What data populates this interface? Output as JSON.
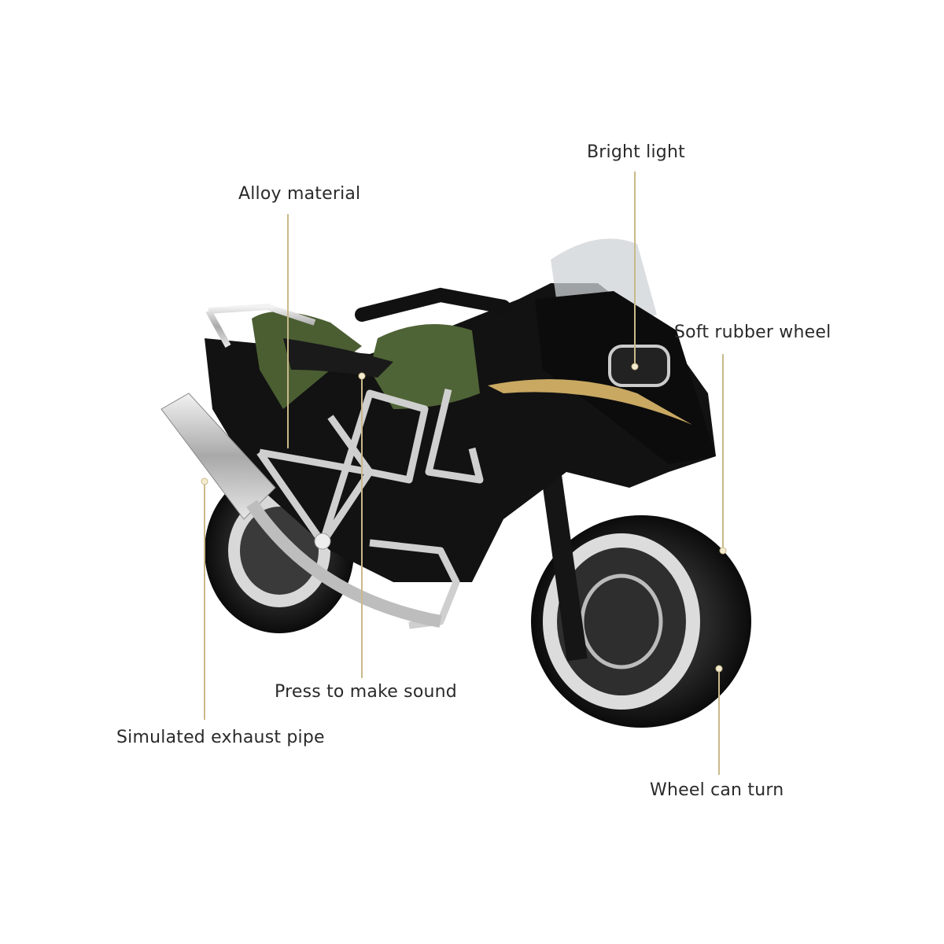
{
  "callouts": {
    "bright_light": "Bright light",
    "alloy_material": "Alloy material",
    "soft_rubber_wheel": "Soft rubber wheel",
    "press_to_make_sound": "Press to make sound",
    "simulated_exhaust_pipe": "Simulated exhaust pipe",
    "wheel_can_turn": "Wheel can turn"
  },
  "colors": {
    "leader_line": "#c9b98a",
    "body": "#111111",
    "tank": "#4a5e32",
    "chrome": "#c8c8c8",
    "accent_stripe": "#c9a862"
  }
}
